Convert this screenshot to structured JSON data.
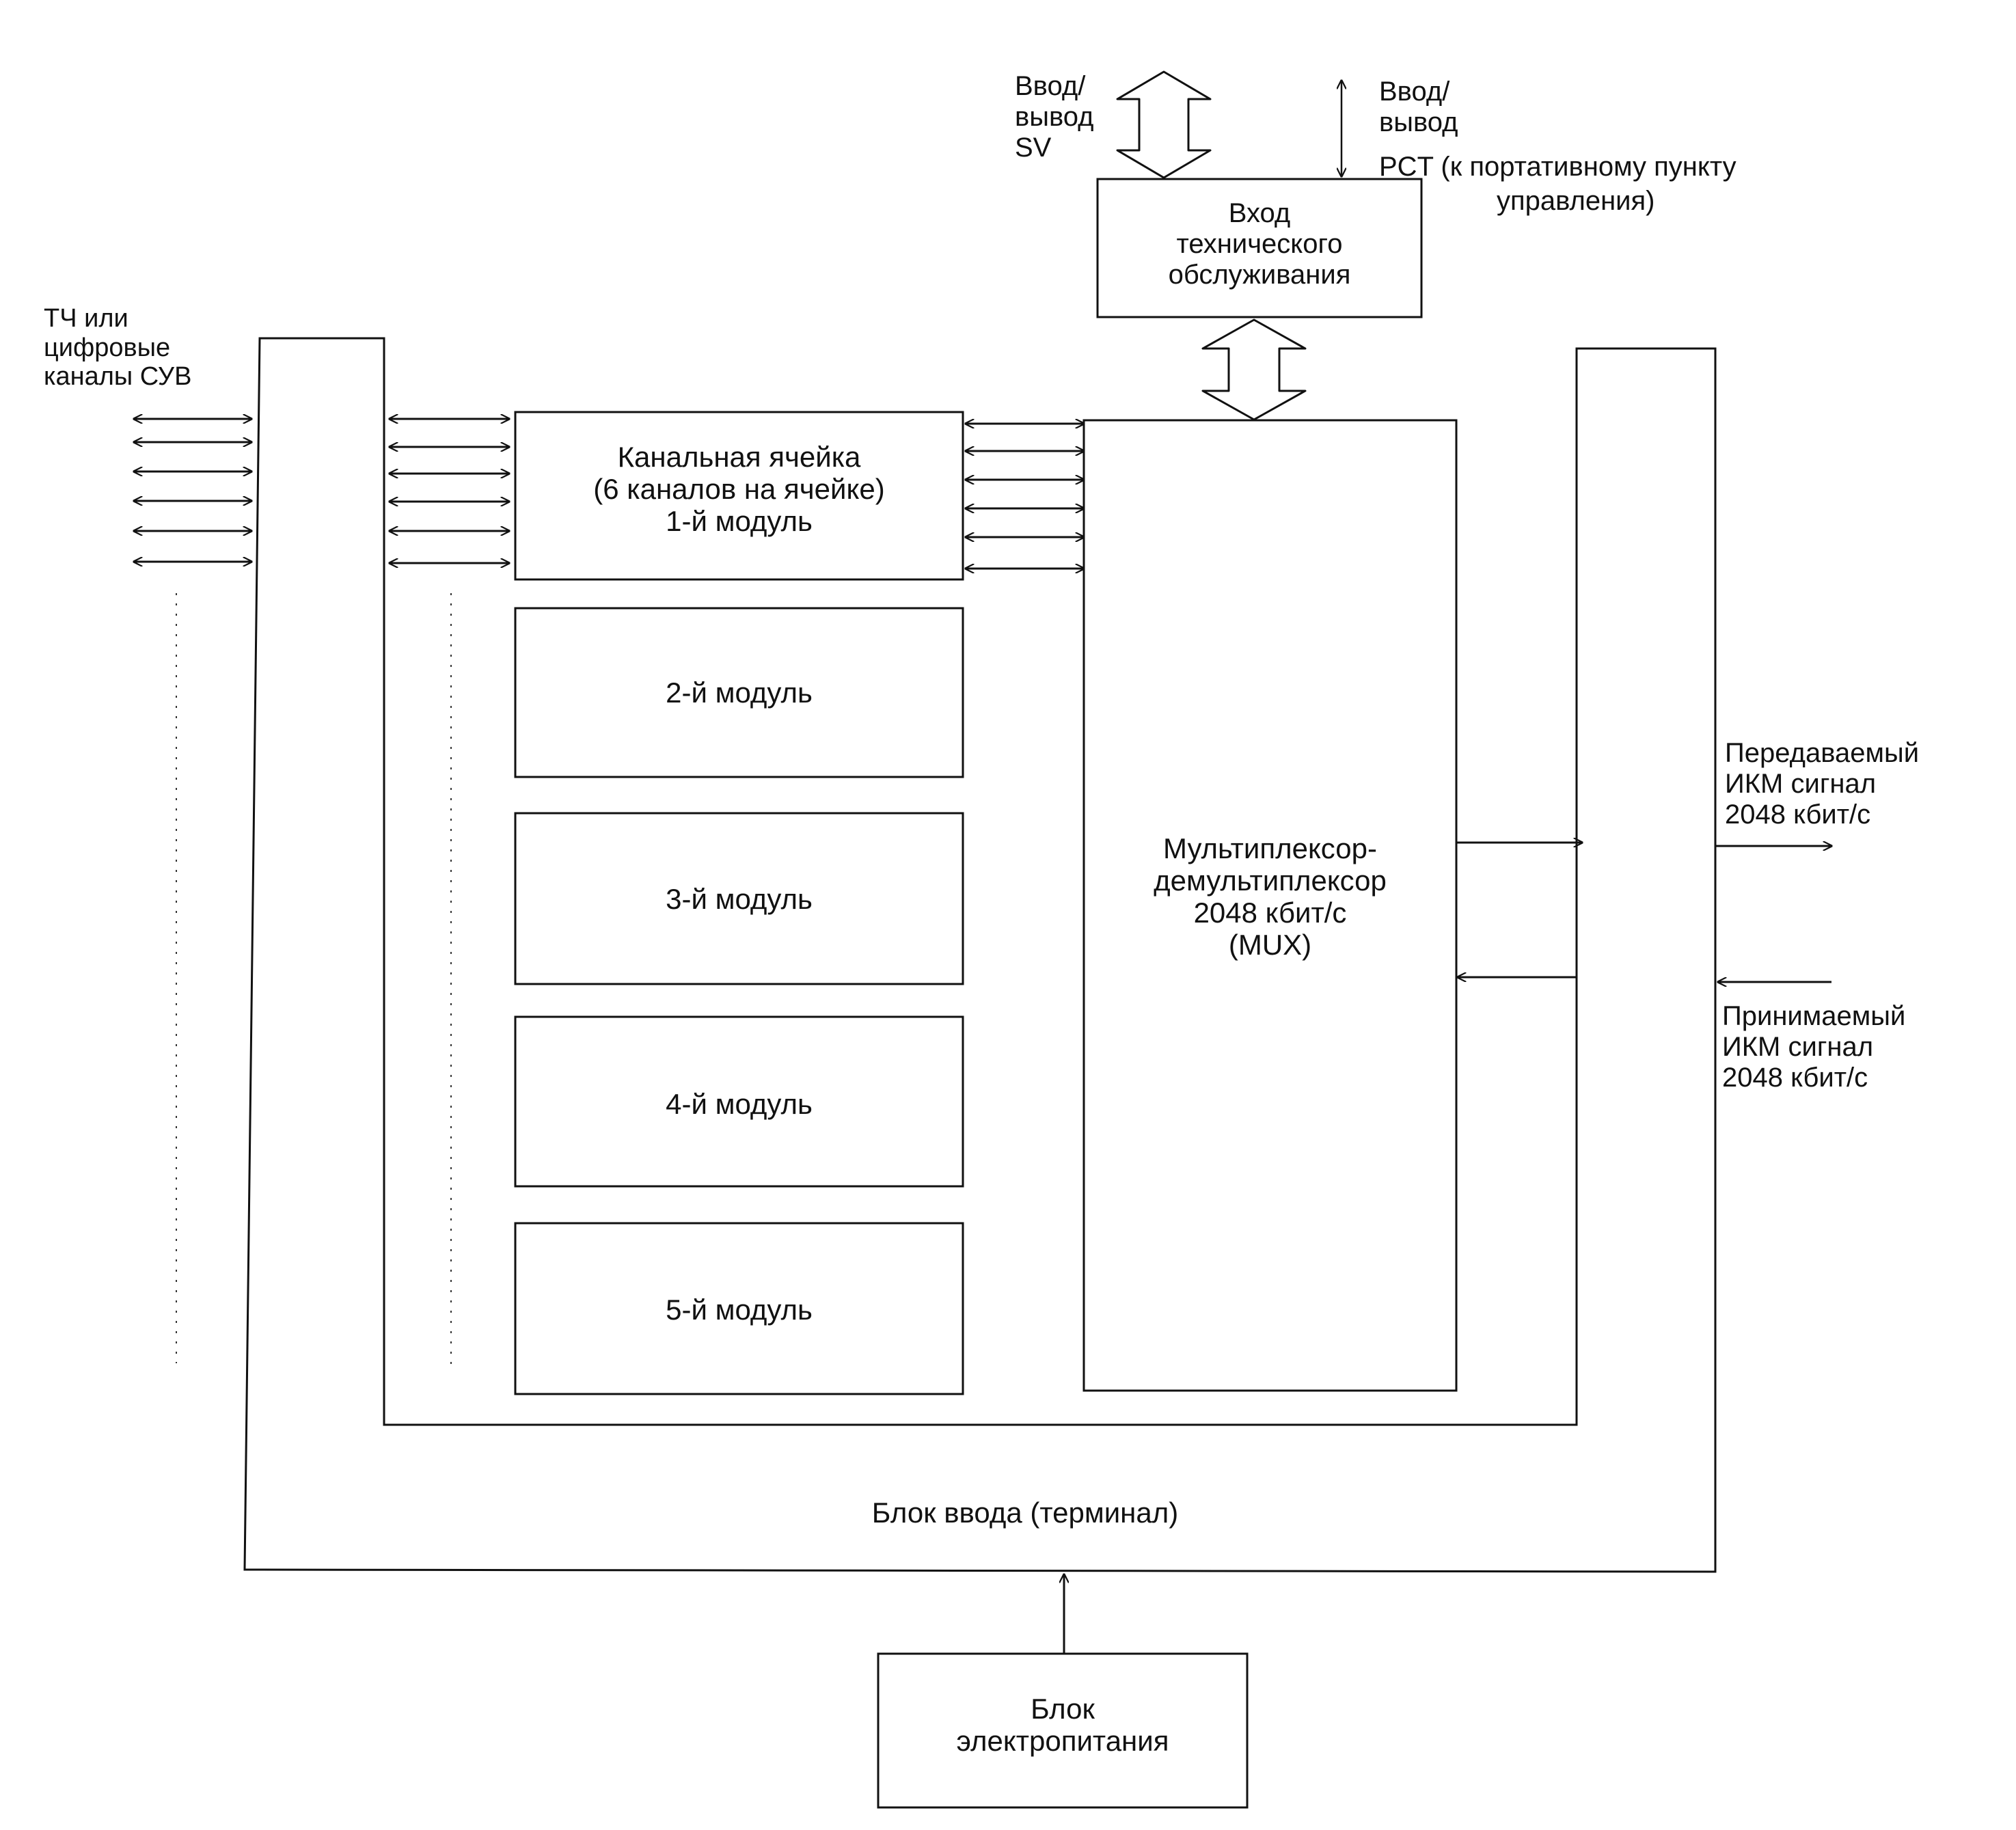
{
  "labels": {
    "sv_io": "Ввод/\nвывод\nSV",
    "pct_io_1": "Ввод/\nвывод",
    "pct_io_2": "PCT (к портативному пункту",
    "pct_io_3": "управления)",
    "maintenance_input": "Вход\nтехнического\nобслуживания",
    "channels_in": "ТЧ или\nцифровые\nканалы СУВ",
    "channel_cell": "Канальная ячейка\n(6 каналов на ячейке)\n1-й модуль",
    "module_2": "2-й модуль",
    "module_3": "3-й модуль",
    "module_4": "4-й модуль",
    "module_5": "5-й модуль",
    "mux": "Мультиплексор-\nдемультиплексор\n2048 кбит/с\n(MUX)",
    "tx_signal": "Передаваемый\nИКМ сигнал\n2048 кбит/с",
    "rx_signal": "Принимаемый\nИКМ сигнал\n2048 кбит/с",
    "input_block": "Блок ввода (терминал)",
    "power_block": "Блок\nэлектропитания"
  },
  "colors": {
    "line": "#111111",
    "background": "#ffffff"
  }
}
